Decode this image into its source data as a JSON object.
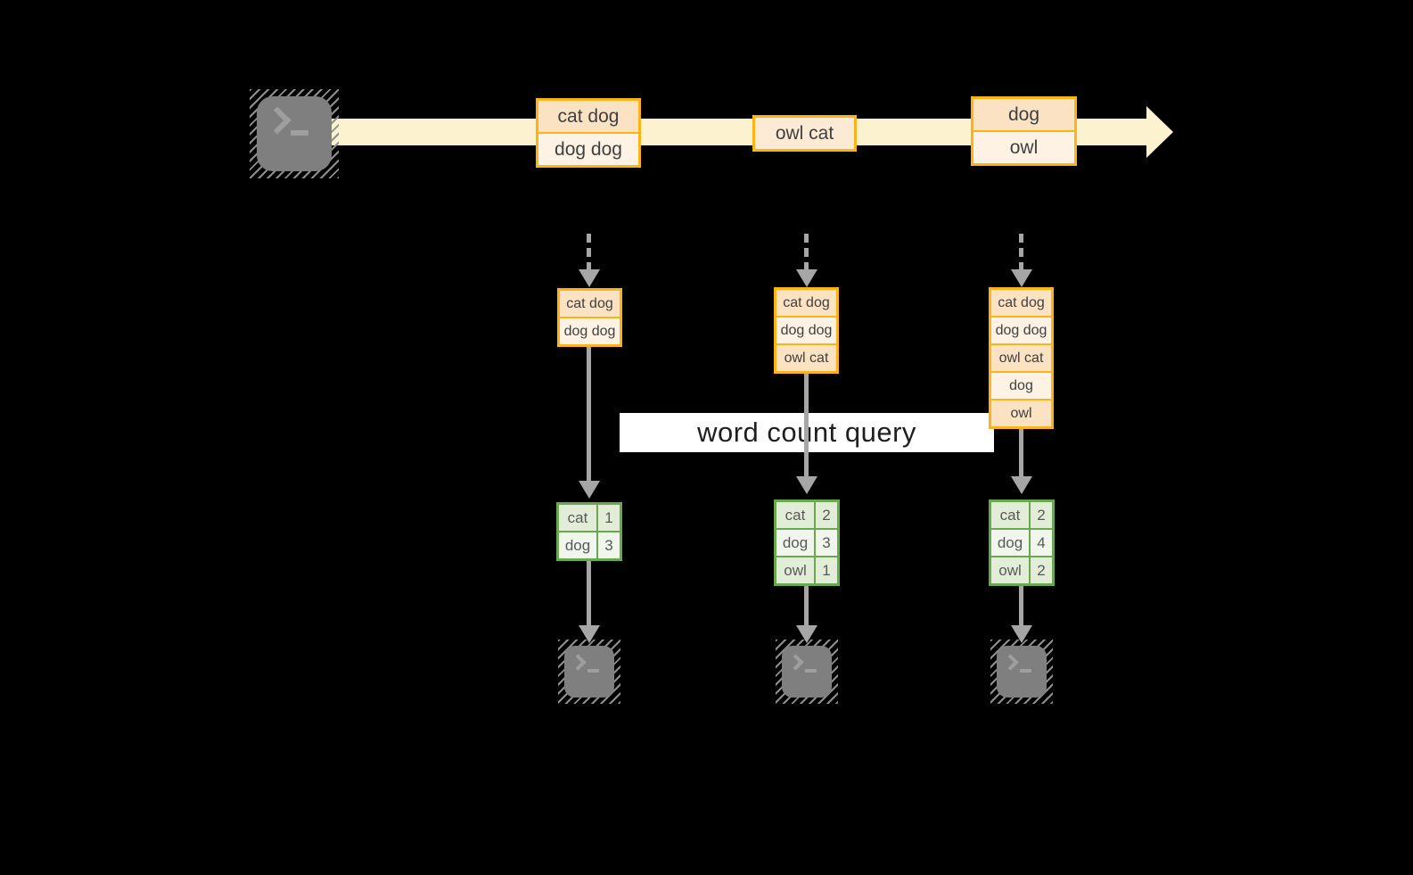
{
  "diagram": {
    "kind": "streaming-word-count-flow",
    "query_label": "word count query",
    "source": {
      "icon": "terminal-icon"
    },
    "stream": {
      "batches": [
        {
          "rows": [
            "cat dog",
            "dog dog"
          ]
        },
        {
          "rows": [
            "owl cat"
          ]
        },
        {
          "rows": [
            "dog",
            "owl"
          ]
        }
      ]
    },
    "states": [
      {
        "rows": [
          "cat dog",
          "dog dog"
        ]
      },
      {
        "rows": [
          "cat dog",
          "dog dog",
          "owl cat"
        ]
      },
      {
        "rows": [
          "cat dog",
          "dog dog",
          "owl cat",
          "dog",
          "owl"
        ]
      }
    ],
    "results": [
      {
        "rows": [
          {
            "word": "cat",
            "count": "1"
          },
          {
            "word": "dog",
            "count": "3"
          }
        ]
      },
      {
        "rows": [
          {
            "word": "cat",
            "count": "2"
          },
          {
            "word": "dog",
            "count": "3"
          },
          {
            "word": "owl",
            "count": "1"
          }
        ]
      },
      {
        "rows": [
          {
            "word": "cat",
            "count": "2"
          },
          {
            "word": "dog",
            "count": "4"
          },
          {
            "word": "owl",
            "count": "2"
          }
        ]
      }
    ],
    "sinks": [
      {
        "icon": "terminal-icon"
      },
      {
        "icon": "terminal-icon"
      },
      {
        "icon": "terminal-icon"
      }
    ],
    "colors": {
      "background": "#000000",
      "accent_orange_border": "#fcb315",
      "record_fill_dark": "#fbe2c2",
      "record_fill_mid": "#fcead4",
      "record_fill_light": "#fdf2e3",
      "stream_arrow_fill": "#fcf2cf",
      "table_green_border": "#6aa84f",
      "table_fill_dark": "#e2edd8",
      "table_fill_light": "#f1f6ec",
      "flow_arrow_gray": "#a6a6a6",
      "terminal_gray": "#7f7f7f"
    }
  }
}
